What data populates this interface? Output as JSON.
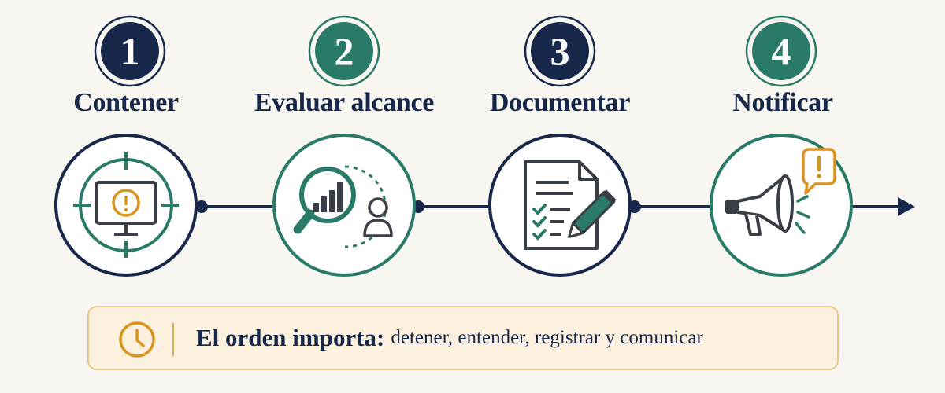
{
  "steps": [
    {
      "number": "1",
      "label": "Contener",
      "icon": "monitor-alert-icon",
      "accent": "#17284a"
    },
    {
      "number": "2",
      "label": "Evaluar alcance",
      "icon": "magnifier-chart-icon",
      "accent": "#2a7a68"
    },
    {
      "number": "3",
      "label": "Documentar",
      "icon": "document-checklist-icon",
      "accent": "#17284a"
    },
    {
      "number": "4",
      "label": "Notificar",
      "icon": "megaphone-alert-icon",
      "accent": "#2a7a68"
    }
  ],
  "banner": {
    "icon": "clock-icon",
    "strong": "El orden importa:",
    "rest": "detener, entender, registrar y comunicar"
  },
  "colors": {
    "navy": "#17284a",
    "teal": "#2a7a68",
    "orange": "#d9931f",
    "background": "#f8f6f1",
    "banner_bg": "#fcf1df",
    "banner_border": "#e9c98a"
  }
}
